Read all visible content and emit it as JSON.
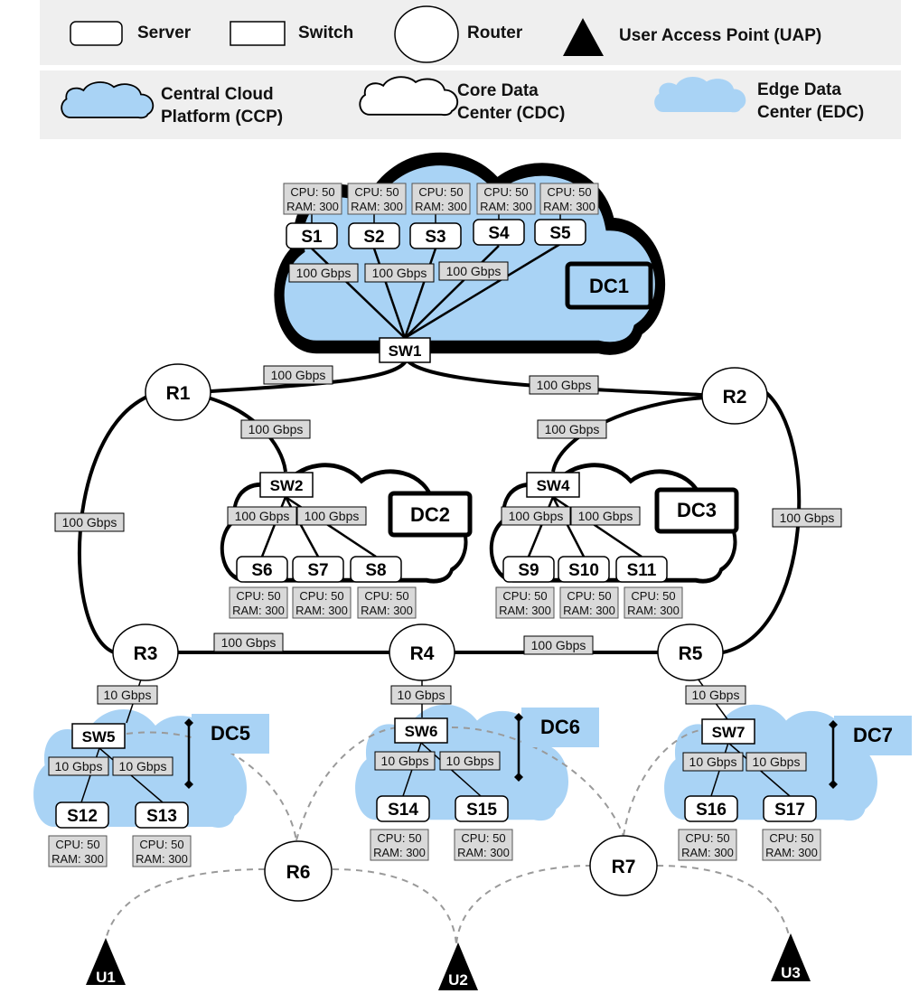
{
  "legend": {
    "server": "Server",
    "switch": "Switch",
    "router": "Router",
    "uap": "User  Access  Point (UAP)",
    "ccp": [
      "Central Cloud",
      "Platform (CCP)"
    ],
    "cdc": [
      "Core Data",
      "Center (CDC)"
    ],
    "edc": [
      "Edge Data",
      "Center (EDC)"
    ]
  },
  "colors": {
    "cloud_fill": "#a9d3f5",
    "edge_fill": "#a9d3f5",
    "label_fill": "#d9d9d9",
    "legend_bg": "#efefef",
    "dashed": "#9a9a9a"
  },
  "dcs": {
    "dc1": "DC1",
    "dc2": "DC2",
    "dc3": "DC3",
    "dc5": "DC5",
    "dc6": "DC6",
    "dc7": "DC7"
  },
  "switches": {
    "sw1": "SW1",
    "sw2": "SW2",
    "sw4": "SW4",
    "sw5": "SW5",
    "sw6": "SW6",
    "sw7": "SW7"
  },
  "routers": {
    "r1": "R1",
    "r2": "R2",
    "r3": "R3",
    "r4": "R4",
    "r5": "R5",
    "r6": "R6",
    "r7": "R7"
  },
  "servers": {
    "s1": "S1",
    "s2": "S2",
    "s3": "S3",
    "s4": "S4",
    "s5": "S5",
    "s6": "S6",
    "s7": "S7",
    "s8": "S8",
    "s9": "S9",
    "s10": "S10",
    "s11": "S11",
    "s12": "S12",
    "s13": "S13",
    "s14": "S14",
    "s15": "S15",
    "s16": "S16",
    "s17": "S17"
  },
  "users": {
    "u1": "U1",
    "u2": "U2",
    "u3": "U3"
  },
  "resources": {
    "cpu": "CPU: 50",
    "ram": "RAM: 300"
  },
  "links": {
    "l100": "100 Gbps",
    "l10": "10 Gbps"
  }
}
